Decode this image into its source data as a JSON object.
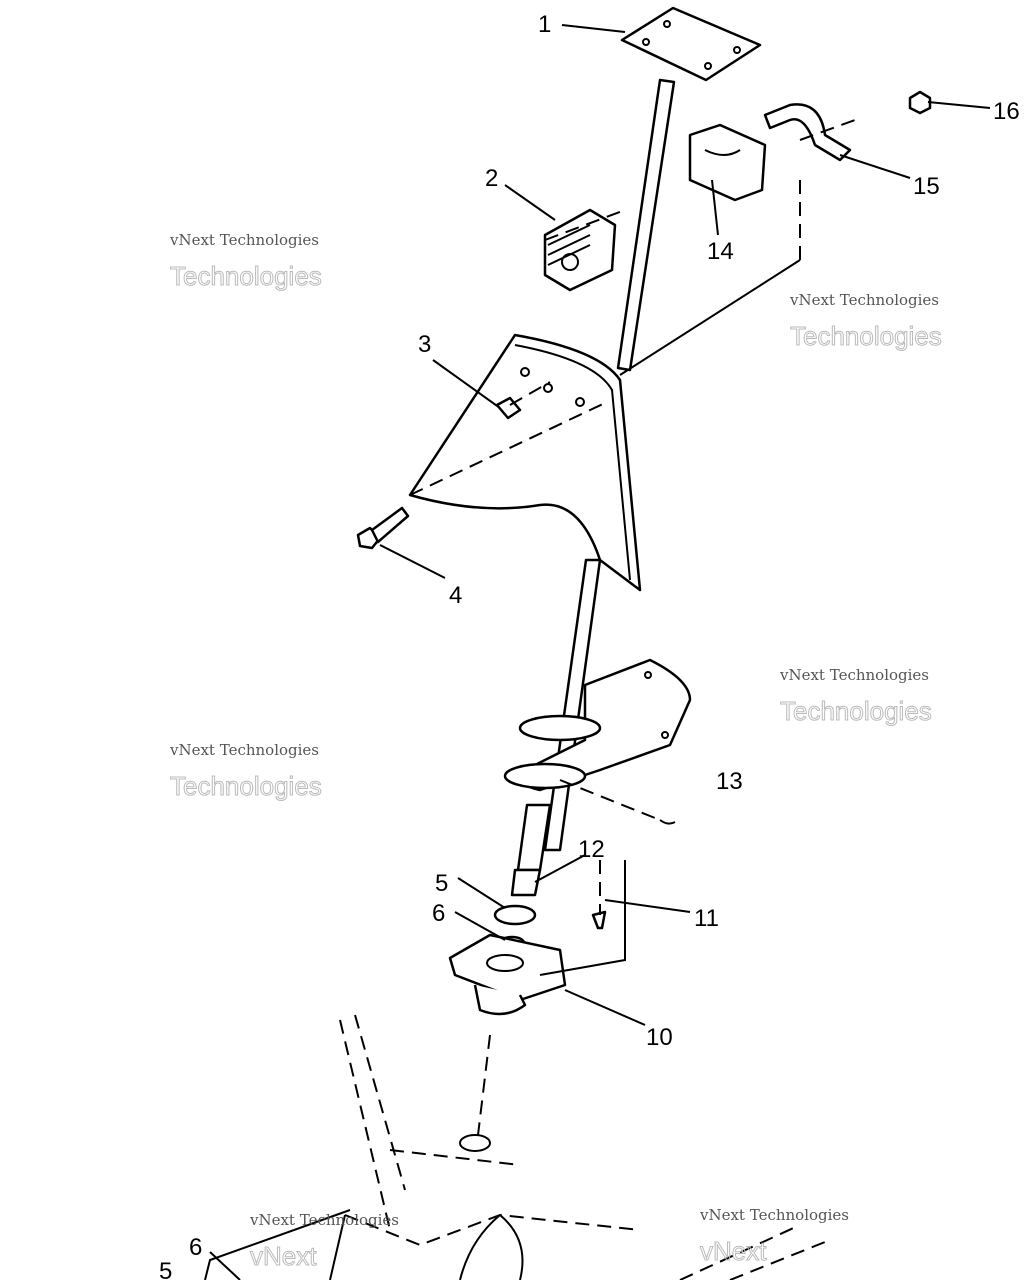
{
  "diagram": {
    "part_labels": {
      "p1": "1",
      "p2": "2",
      "p3": "3",
      "p4": "4",
      "p5": "5",
      "p6": "6",
      "p10": "10",
      "p11": "11",
      "p12": "12",
      "p13": "13",
      "p14": "14",
      "p15": "15",
      "p16": "16",
      "p6b": "6",
      "p5b": "5"
    },
    "watermark": {
      "line1": "vNext Technologies",
      "line2": "vNext",
      "line3": "Technologies"
    }
  }
}
